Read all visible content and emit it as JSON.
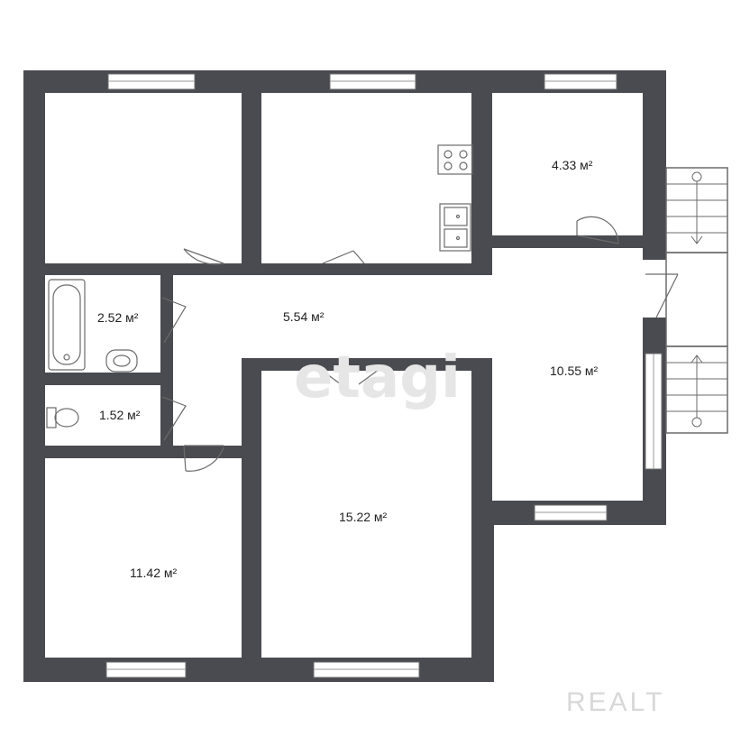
{
  "colors": {
    "wall": "#4a4b50",
    "floor": "#ffffff",
    "fixture": "#6b6b6b"
  },
  "rooms": [
    {
      "id": "bedroom-top-left",
      "area": ""
    },
    {
      "id": "kitchen",
      "area": ""
    },
    {
      "id": "small-room",
      "area": "4.33 м²"
    },
    {
      "id": "bathroom",
      "area": "2.52 м²"
    },
    {
      "id": "toilet",
      "area": "1.52 м²"
    },
    {
      "id": "corridor",
      "area": "5.54 м²"
    },
    {
      "id": "hall",
      "area": "10.55 м²"
    },
    {
      "id": "living-room",
      "area": "15.22 м²"
    },
    {
      "id": "bedroom-bottom-left",
      "area": "11.42 м²"
    }
  ],
  "watermark": "etagi",
  "logo": "REALT",
  "icons": [
    "stove-icon",
    "sink-icon",
    "bathtub-icon",
    "washbasin-icon",
    "toilet-icon",
    "stairs-icon"
  ]
}
